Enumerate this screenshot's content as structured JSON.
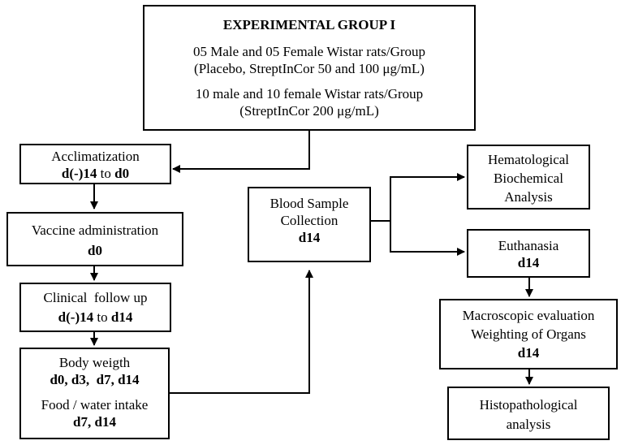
{
  "title_box": {
    "title": "EXPERIMENTAL GROUP  I",
    "line1": "05 Male and 05 Female Wistar rats/Group",
    "line2": "(Placebo, StreptInCor 50 and 100 μg/mL)",
    "line3": "10 male and 10 female Wistar rats/Group",
    "line4": "(StreptInCor  200 μg/mL)"
  },
  "acclimatization": {
    "label": "Acclimatization",
    "range_from": "d(-)14",
    "to": " to ",
    "range_to": "d0"
  },
  "vaccine": {
    "label": "Vaccine administration",
    "day": "d0"
  },
  "clinical": {
    "label": "Clinical  follow up",
    "range_from": "d(-)14",
    "to": " to ",
    "range_to": "d14"
  },
  "body": {
    "label": "Body weigth",
    "days": "d0, d3,  d7, d14",
    "food_label": "Food / water intake",
    "food_days": "d7, d14"
  },
  "blood": {
    "line1": "Blood Sample",
    "line2": "Collection",
    "day": "d14"
  },
  "hematological": {
    "line1": "Hematological",
    "line2": "Biochemical",
    "line3": "Analysis"
  },
  "euthanasia": {
    "label": "Euthanasia",
    "day": "d14"
  },
  "macroscopic": {
    "line1": "Macroscopic evaluation",
    "line2": "Weighting of Organs",
    "day": "d14"
  },
  "histopathological": {
    "line1": "Histopathological",
    "line2": "analysis"
  }
}
